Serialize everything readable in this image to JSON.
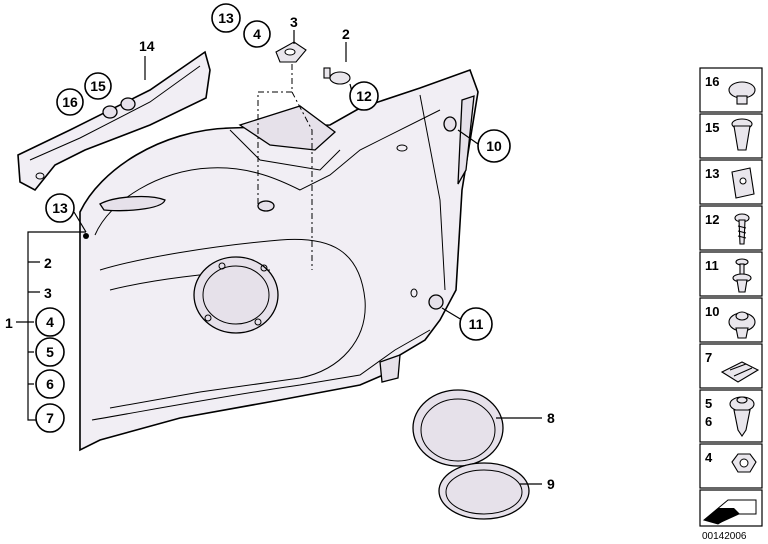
{
  "callouts": {
    "c1": "1",
    "c2": "2",
    "c3": "3",
    "c4": "4",
    "c5": "5",
    "c6": "6",
    "c7": "7",
    "c8": "8",
    "c9": "9",
    "c10": "10",
    "c11": "11",
    "c12": "12",
    "c13": "13",
    "c14": "14",
    "c15": "15",
    "c16": "16"
  },
  "legend": {
    "l16": "16",
    "l15": "15",
    "l13": "13",
    "l12": "12",
    "l11": "11",
    "l10": "10",
    "l7": "7",
    "l5": "5",
    "l6": "6",
    "l4": "4"
  },
  "diagram_code": "00142006"
}
